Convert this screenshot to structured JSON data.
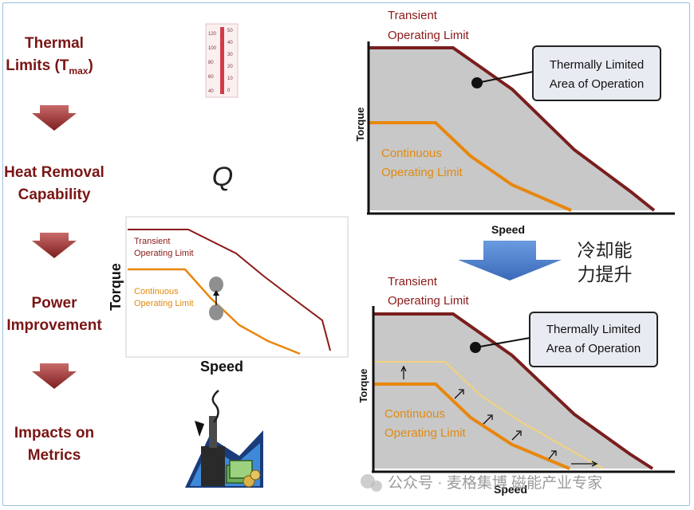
{
  "steps": [
    {
      "line1": "Thermal",
      "line2": "Limits (T",
      "sub": "max",
      "close": ")"
    },
    {
      "line1": "Heat Removal",
      "line2": "Capability"
    },
    {
      "line1": "Power",
      "line2": "Improvement"
    },
    {
      "line1": "Impacts on",
      "line2": "Metrics"
    }
  ],
  "q_symbol": "Q",
  "thermometer": {
    "left_ticks": [
      "120",
      "100",
      "80",
      "60",
      "40"
    ],
    "right_ticks": [
      "50",
      "40",
      "30",
      "20",
      "10",
      "0"
    ]
  },
  "small_chart": {
    "transient_l1": "Transient",
    "transient_l2": "Operating Limit",
    "continuous_l1": "Continuous",
    "continuous_l2": "Operating Limit",
    "ylabel": "Torque",
    "xlabel": "Speed"
  },
  "top_chart": {
    "transient_l1": "Transient",
    "transient_l2": "Operating Limit",
    "callout_l1": "Thermally Limited",
    "callout_l2": "Area of Operation",
    "continuous_l1": "Continuous",
    "continuous_l2": "Operating Limit",
    "ylabel": "Torque",
    "xlabel": "Speed"
  },
  "bottom_chart": {
    "transient_l1": "Transient",
    "transient_l2": "Operating Limit",
    "callout_l1": "Thermally Limited",
    "callout_l2": "Area of Operation",
    "continuous_l1": "Continuous",
    "continuous_l2": "Operating Limit",
    "ylabel": "Torque",
    "xlabel": "Speed"
  },
  "cooling_text": {
    "line1": "冷却能",
    "line2": "力提升"
  },
  "watermark": "公众号 · 麦格集博 磁能产业专家",
  "colors": {
    "transient": "#8b1a1a",
    "continuous": "#e8870e",
    "area": "#c8c8c8",
    "step_text": "#7a1515",
    "arrow_red": "#9b2d2d",
    "arrow_blue": "#4a7cc7"
  }
}
